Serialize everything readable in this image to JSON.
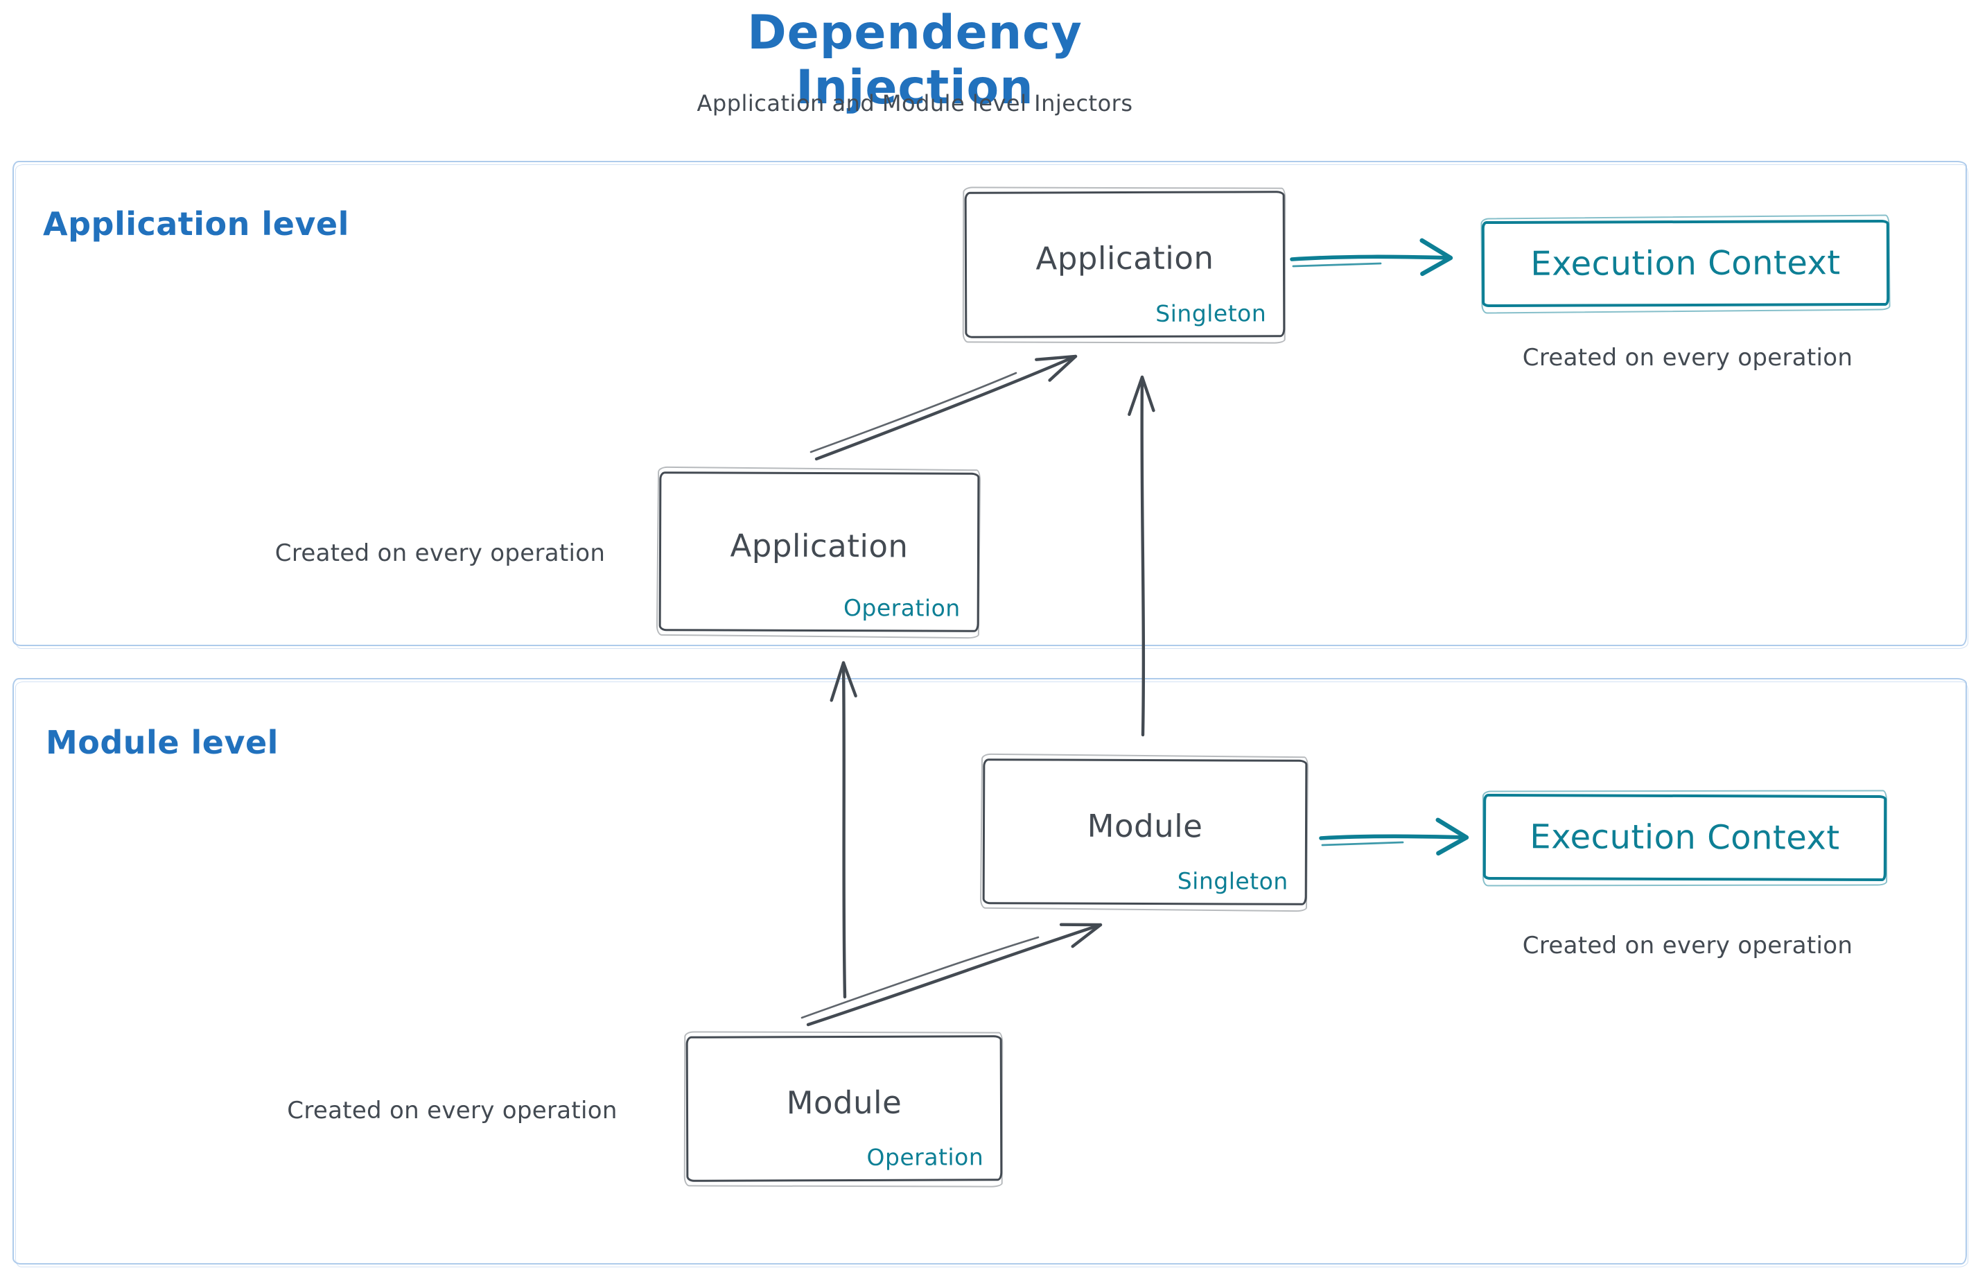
{
  "title": "Dependency Injection",
  "subtitle": "Application and Module level Injectors",
  "colors": {
    "blue": "#2171bd",
    "dark_gray": "#434a52",
    "teal": "#0d7f95",
    "container_border": "#aecbeb",
    "background": "#ffffff"
  },
  "sections": {
    "application": {
      "label": "Application level"
    },
    "module": {
      "label": "Module level"
    }
  },
  "nodes": {
    "app_singleton": {
      "title": "Application",
      "tag": "Singleton"
    },
    "app_operation": {
      "title": "Application",
      "tag": "Operation"
    },
    "module_singleton": {
      "title": "Module",
      "tag": "Singleton"
    },
    "module_operation": {
      "title": "Module",
      "tag": "Operation"
    }
  },
  "execution_contexts": {
    "application": {
      "label": "Execution Context",
      "caption": "Created on every operation"
    },
    "module": {
      "label": "Execution Context",
      "caption": "Created on every operation"
    }
  },
  "captions": {
    "app_operation": "Created on every operation",
    "module_operation": "Created on every operation"
  }
}
